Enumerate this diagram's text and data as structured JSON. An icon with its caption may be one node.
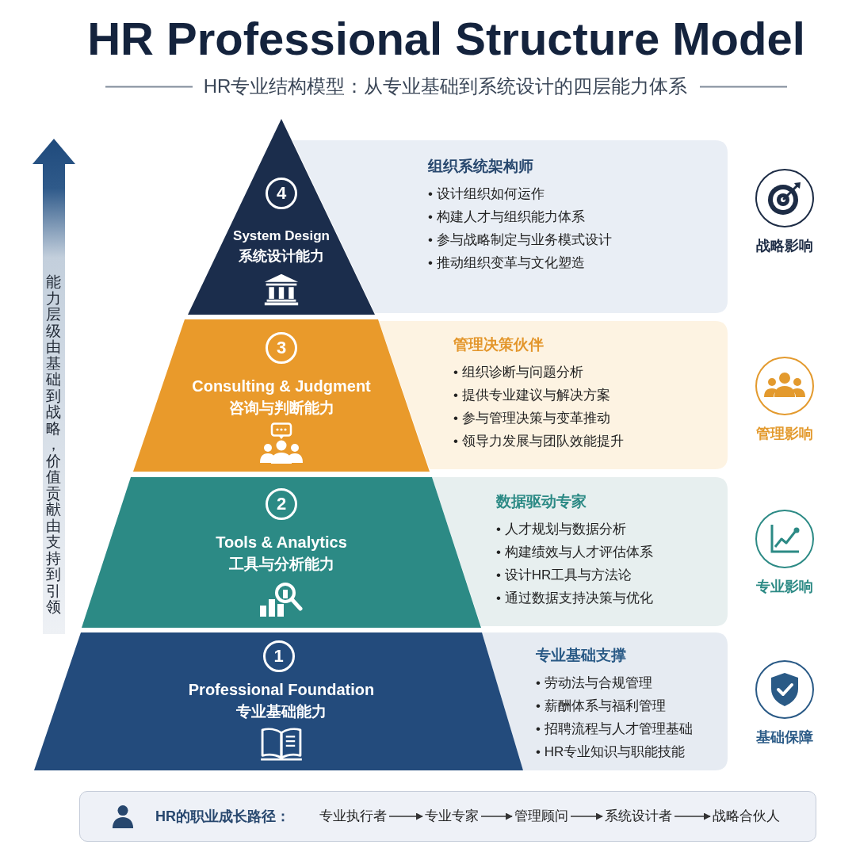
{
  "diagram": {
    "title": "HR Professional Structure Model",
    "nodes": [
      {
        "text": [
          "System Design",
          "系统设计能力"
        ]
      },
      {
        "text": [
          "4"
        ],
        "in": 0
      },
      {
        "text": [
          "组织系统架构师",
          "• 设计组织如何运作",
          "• 构建人才与组织能力体系",
          "• 参与战略制定与业务模式设计",
          "• 推动组织变革与文化塑造"
        ]
      },
      {
        "text": [
          "战略影响"
        ]
      },
      {
        "text": [
          "Consulting & Judgment",
          "咨询与判断能力"
        ]
      },
      {
        "text": [
          "3"
        ],
        "in": 4
      },
      {
        "text": [
          "管理决策伙伴",
          "• 组织诊断与问题分析",
          "• 提供专业建议与解决方案",
          "• 参与管理决策与变革推动",
          "• 领导力发展与团队效能提升"
        ]
      },
      {
        "text": [
          "管理影响"
        ]
      },
      {
        "text": [
          "Tools & Analytics",
          "工具与分析能力"
        ]
      },
      {
        "text": [
          "2"
        ],
        "in": 8
      },
      {
        "text": [
          "数据驱动专家",
          "• 人才规划与数据分析",
          "• 构建绩效与人才评估体系",
          "• 设计HR工具与方法论",
          "• 通过数据支持决策与优化"
        ]
      },
      {
        "text": [
          "专业影响"
        ]
      },
      {
        "text": [
          "Professional Foundation",
          "专业基础能力"
        ]
      },
      {
        "text": [
          "1"
        ],
        "in": 12
      },
      {
        "text": [
          "专业基础支撑",
          "• 劳动法与合规管理",
          "• 薪酬体系与福利管理",
          "• 招聘流程与人才管理基础",
          "• HR专业知识与职能技能"
        ]
      },
      {
        "text": [
          "基础保障"
        ]
      },
      {
        "text": [
          "HR的职业成长路径："
        ]
      },
      {
        "text": [
          "专业执行者"
        ],
        "in": 16
      },
      {
        "text": [
          "专业专家"
        ],
        "in": 16
      },
      {
        "text": [
          "管理顾问"
        ],
        "in": 16
      },
      {
        "text": [
          "系统设计者"
        ],
        "in": 16
      },
      {
        "text": [
          "战略合伙人"
        ],
        "in": 16
      }
    ],
    "edges": [
      {
        "from": 17,
        "to": 18,
        "arrow": "to"
      },
      {
        "from": 18,
        "to": 19,
        "arrow": "to"
      },
      {
        "from": 19,
        "to": 20,
        "arrow": "to"
      },
      {
        "from": 20,
        "to": 21,
        "arrow": "to"
      }
    ],
    "labels": [
      "HR专业结构模型：从专业基础到系统设计的四层能力体系",
      "能力层级由基础到战略，价值贡献由支持到引领"
    ]
  }
}
